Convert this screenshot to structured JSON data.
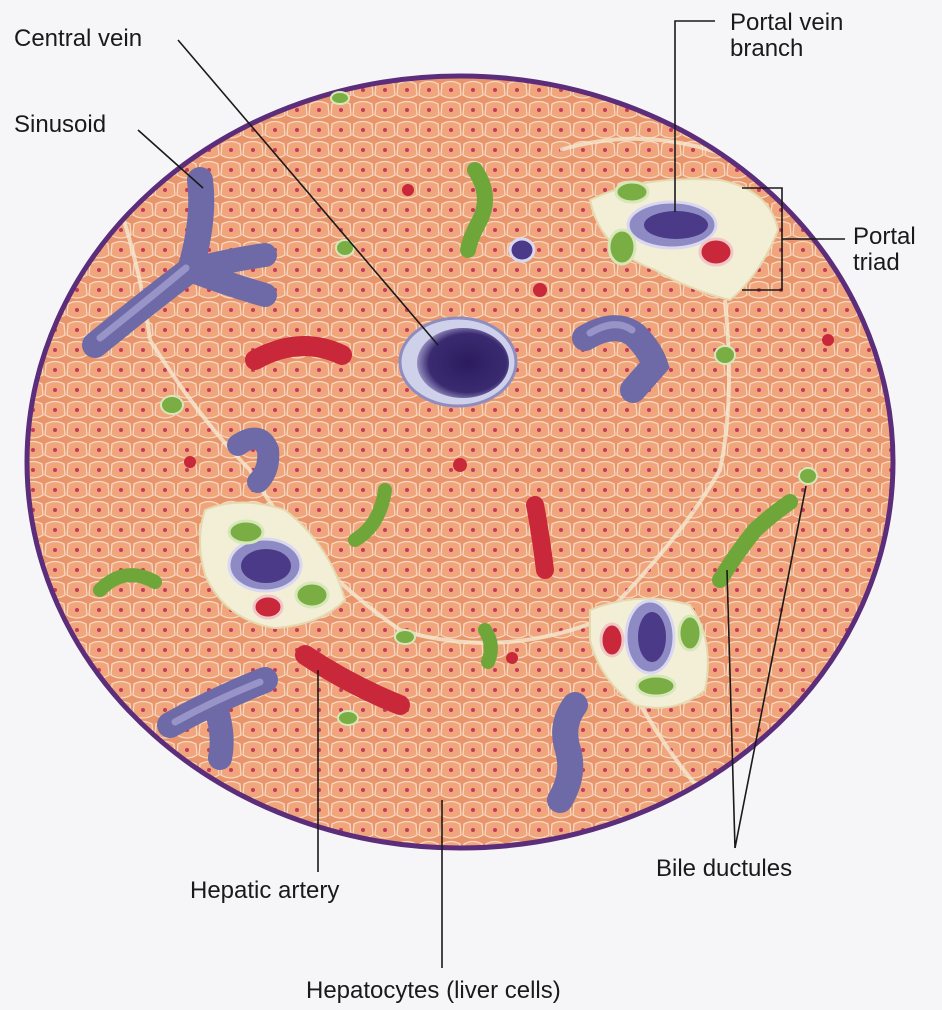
{
  "labels": {
    "central_vein": "Central vein",
    "sinusoid": "Sinusoid",
    "portal_vein_branch": [
      "Portal vein",
      "branch"
    ],
    "portal_triad": [
      "Portal",
      "triad"
    ],
    "bile_ductules": "Bile ductules",
    "hepatic_artery": "Hepatic artery",
    "hepatocytes": "Hepatocytes (liver cells)"
  },
  "colors": {
    "background": "#f6f6f8",
    "lobule_outline": "#5b2d7a",
    "hepatocyte_tissue": "#e9956b",
    "hepatocyte_cell": "#f0a57c",
    "cell_border": "#f7d9c2",
    "cell_nucleus": "#c33a5c",
    "portal_space": "#f3efd6",
    "vein": "#6e6aa8",
    "vein_lumen": "#2c1c5e",
    "artery": "#c8283a",
    "bile_ductule": "#6fa63a",
    "leader_line": "#1a1a1a"
  }
}
